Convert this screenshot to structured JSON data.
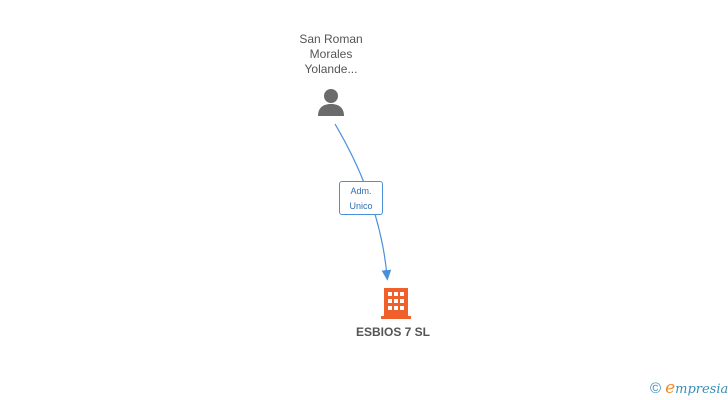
{
  "nodes": {
    "person": {
      "name_lines": [
        "San Roman",
        "Morales",
        "Yolande..."
      ],
      "icon": "person-icon",
      "color": "#6b6b6b"
    },
    "company": {
      "name": "ESBIOS 7 SL",
      "icon": "building-icon",
      "color": "#f0602b"
    }
  },
  "edge": {
    "label_lines": [
      "Adm.",
      "Unico"
    ],
    "color": "#4a90d9"
  },
  "brand": {
    "copyright_symbol": "©",
    "name_initial": "e",
    "name_rest": "mpresia"
  }
}
